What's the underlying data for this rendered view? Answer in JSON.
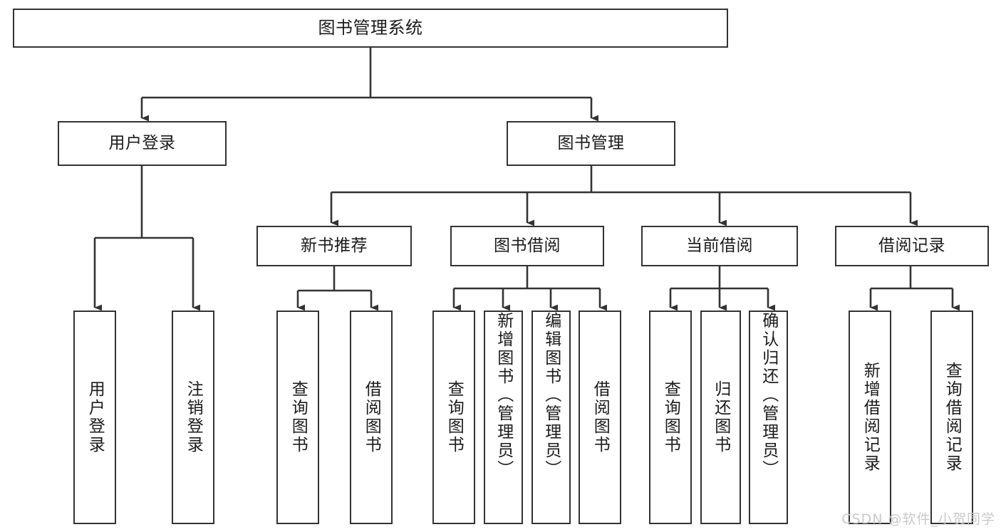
{
  "diagram": {
    "type": "tree-hierarchy",
    "title": "图书管理系统",
    "orientation": "top-down",
    "colors": {
      "box_border": "#333333",
      "box_fill": "#ffffff",
      "edge": "#333333",
      "text": "#1b1b1b",
      "watermark": "#c9c9c9",
      "background": "#ffffff"
    }
  },
  "root": {
    "label": "图书管理系统"
  },
  "level2": [
    {
      "label": "用户登录"
    },
    {
      "label": "图书管理"
    }
  ],
  "level3": [
    {
      "label": "新书推荐"
    },
    {
      "label": "图书借阅"
    },
    {
      "label": "当前借阅"
    },
    {
      "label": "借阅记录"
    }
  ],
  "leaves": {
    "user_login": [
      {
        "label": "用户登录"
      },
      {
        "label": "注销登录"
      }
    ],
    "new_book_recommend": [
      {
        "label": "查询图书"
      },
      {
        "label": "借阅图书"
      }
    ],
    "book_borrow": [
      {
        "label": "查询图书"
      },
      {
        "label": "新增图书（管理员）"
      },
      {
        "label": "编辑图书（管理员）"
      },
      {
        "label": "借阅图书"
      }
    ],
    "current_borrow": [
      {
        "label": "查询图书"
      },
      {
        "label": "归还图书"
      },
      {
        "label": "确认归还（管理员）"
      }
    ],
    "borrow_record": [
      {
        "label": "新增借阅记录"
      },
      {
        "label": "查询借阅记录"
      }
    ]
  },
  "watermark": {
    "text": "CSDN @软件_小贺同学"
  }
}
